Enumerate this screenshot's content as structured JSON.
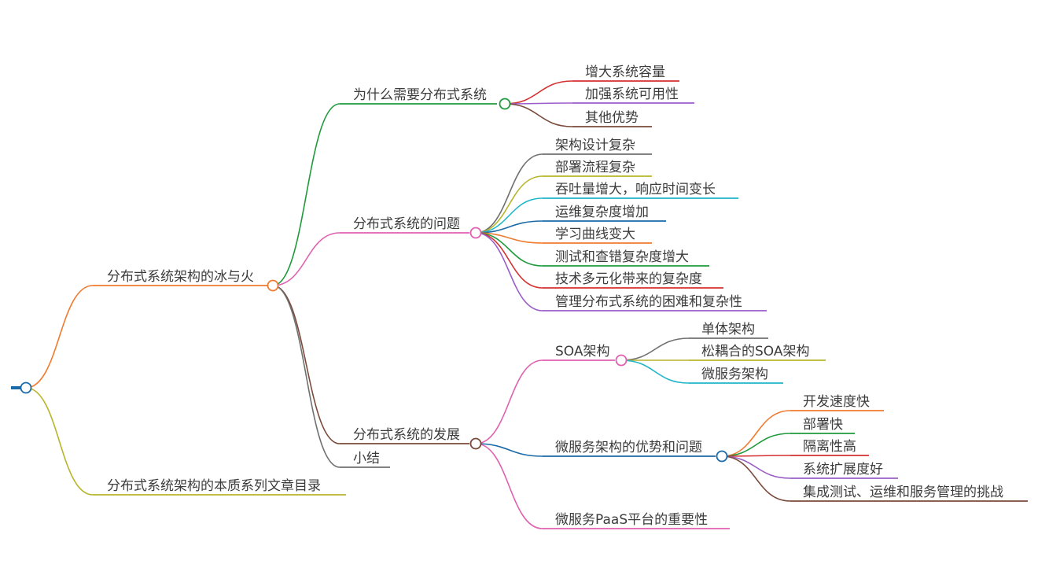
{
  "mindmap": {
    "root": {
      "label": ""
    },
    "nodes": {
      "main": {
        "label": "分布式系统架构的冰与火",
        "color": "#f07a2e"
      },
      "series": {
        "label": "分布式系统架构的本质系列文章目录",
        "color": "#b8b42a"
      },
      "why": {
        "label": "为什么需要分布式系统",
        "color": "#1f9a3c"
      },
      "why_1": {
        "label": "增大系统容量",
        "color": "#d63030"
      },
      "why_2": {
        "label": "加强系统可用性",
        "color": "#9a5dc8"
      },
      "why_3": {
        "label": "其他优势",
        "color": "#7a4a3a"
      },
      "problems": {
        "label": "分布式系统的问题",
        "color": "#e060b0"
      },
      "p1": {
        "label": "架构设计复杂",
        "color": "#707070"
      },
      "p2": {
        "label": "部署流程复杂",
        "color": "#b8b42a"
      },
      "p3": {
        "label": "吞吐量增大，响应时间变长",
        "color": "#1fb5c8"
      },
      "p4": {
        "label": "运维复杂度增加",
        "color": "#1a6aa8"
      },
      "p5": {
        "label": "学习曲线变大",
        "color": "#f07a2e"
      },
      "p6": {
        "label": "测试和查错复杂度增大",
        "color": "#1f9a3c"
      },
      "p7": {
        "label": "技术多元化带来的复杂度",
        "color": "#d63030"
      },
      "p8": {
        "label": "管理分布式系统的困难和复杂性",
        "color": "#9a5dc8"
      },
      "dev": {
        "label": "分布式系统的发展",
        "color": "#7a4a3a"
      },
      "soa": {
        "label": "SOA架构",
        "color": "#e060b0"
      },
      "soa_1": {
        "label": "单体架构",
        "color": "#707070"
      },
      "soa_2": {
        "label": "松耦合的SOA架构",
        "color": "#b8b42a"
      },
      "soa_3": {
        "label": "微服务架构",
        "color": "#1fb5c8"
      },
      "ms": {
        "label": "微服务架构的优势和问题",
        "color": "#1a6aa8"
      },
      "ms_1": {
        "label": "开发速度快",
        "color": "#f07a2e"
      },
      "ms_2": {
        "label": "部署快",
        "color": "#1f9a3c"
      },
      "ms_3": {
        "label": "隔离性高",
        "color": "#d63030"
      },
      "ms_4": {
        "label": "系统扩展度好",
        "color": "#9a5dc8"
      },
      "ms_5": {
        "label": "集成测试、运维和服务管理的挑战",
        "color": "#7a4a3a"
      },
      "paas": {
        "label": "微服务PaaS平台的重要性",
        "color": "#e060b0"
      },
      "summary": {
        "label": "小结",
        "color": "#707070"
      }
    },
    "root_color": "#1a6aa8"
  }
}
